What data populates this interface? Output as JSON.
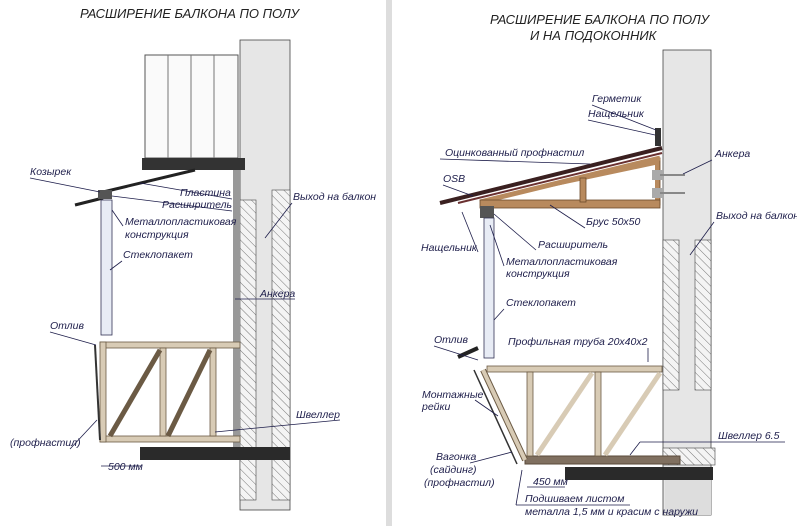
{
  "left": {
    "title": "РАСШИРЕНИЕ БАЛКОНА ПО ПОЛУ",
    "labels": {
      "canopy": "Козырек",
      "plate": "Пластина",
      "extender": "Расширитель",
      "frame1": "Металлопластиковая",
      "frame2": "конструкция",
      "glass": "Стеклопакет",
      "exit": "Выход на балкон",
      "anchors": "Анкера",
      "drip": "Отлив",
      "channel": "Швеллер",
      "profsheet": "(профнастил)",
      "dimension": "500 мм"
    }
  },
  "right": {
    "title1": "РАСШИРЕНИЕ БАЛКОНА ПО ПОЛУ",
    "title2": "И НА ПОДОКОННИК",
    "labels": {
      "sealant": "Герметик",
      "flashing_top": "Нащельник",
      "roofing": "Оцинкованный профнастил",
      "osb": "OSB",
      "anchors": "Анкера",
      "exit": "Выход на балкон",
      "beam": "Брус 50х50",
      "flashing_left": "Нащельник",
      "extender": "Расширитель",
      "frame1": "Металлопластиковая",
      "frame2": "конструкция",
      "glass": "Стеклопакет",
      "drip": "Отлив",
      "pipe": "Профильная труба 20х40х2",
      "rails1": "Монтажные",
      "rails2": "рейки",
      "channel": "Швеллер 6.5",
      "cladding1": "Вагонка",
      "cladding2": "(сайдинг)",
      "cladding3": "(профнастил)",
      "dimension": "450 мм",
      "underside1": "Подшиваем листом",
      "underside2": "металла 1,5 мм и красим с наружи"
    }
  }
}
